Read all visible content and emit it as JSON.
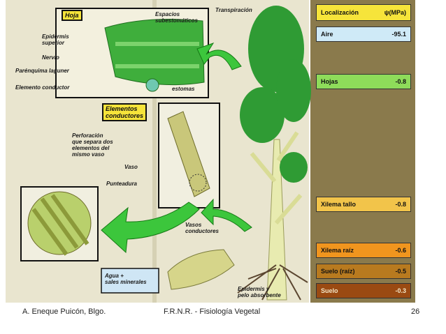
{
  "labels": {
    "hoja": "Hoja",
    "espacios": "Espacios\nsubestomáticos",
    "transpiracion": "Transpiración",
    "epidermis_superior": "Epidermis\nsuperior",
    "nervio": "Nervio",
    "parenquima": "Parénquima laguner",
    "elemento_conductor": "Elemento conductor",
    "estomas": "estomas",
    "elementos_conductores": "Elementos\nconductores",
    "perforacion": "Perforación\nque separa dos\nelementos del\nmismo vaso",
    "vaso": "Vaso",
    "punteadura": "Punteadura",
    "vasos_conductores": "Vasos\nconductores",
    "agua": "Agua +\nsales minerales",
    "epidermis_pelo": "Epidermis y\npelo absorbente"
  },
  "table": {
    "header_loc": "Localización",
    "header_psi": "ψ(MPa)",
    "rows": [
      {
        "name": "Aire",
        "value": "-95.1",
        "color": "#cfeaf7"
      },
      {
        "name": "Hojas",
        "value": "-0.8",
        "color": "#8edc5a"
      },
      {
        "name": "Xilema tallo",
        "value": "-0.8",
        "color": "#f2c44a"
      },
      {
        "name": "Xilema raíz",
        "value": "-0.6",
        "color": "#f0951e"
      },
      {
        "name": "Suelo (raíz)",
        "value": "-0.5",
        "color": "#b87a1f"
      },
      {
        "name": "Suelo",
        "value": "-0.3",
        "color": "#9a4a12"
      }
    ],
    "header_color": "#f6e43a"
  },
  "footer": {
    "author": "A. Eneque Puicón, Blgo.",
    "course": "F.R.N.R. - Fisiología Vegetal",
    "page": "26"
  }
}
